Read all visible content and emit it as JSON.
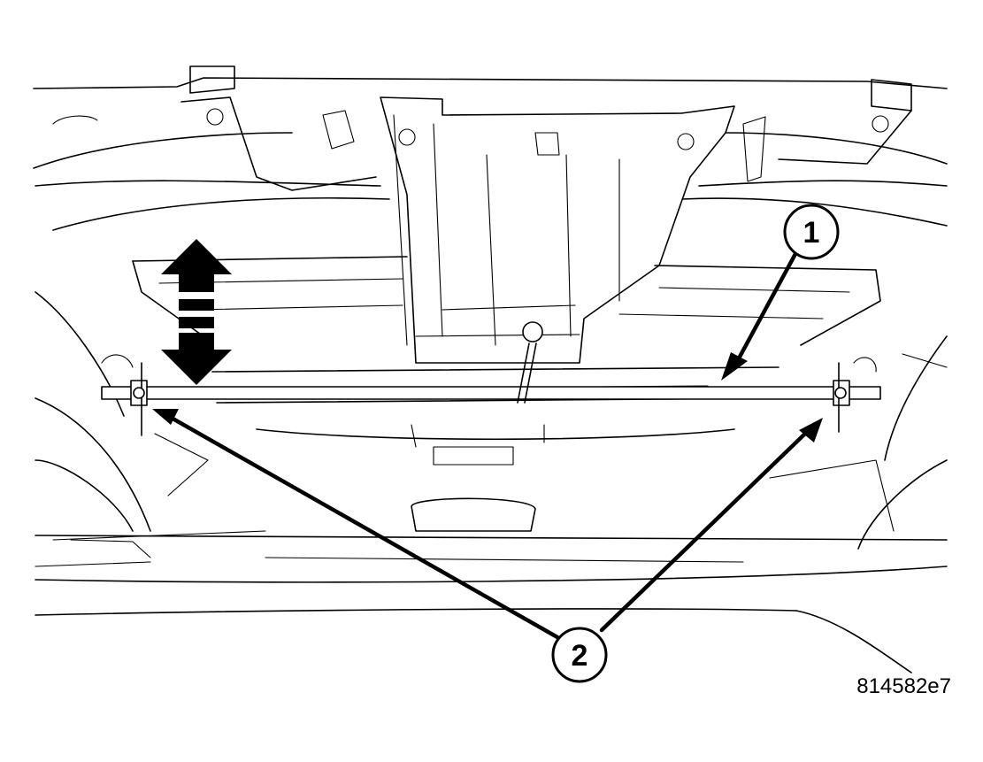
{
  "callouts": {
    "one": "1",
    "two": "2"
  },
  "figure_id": "814582e7",
  "colors": {
    "line": "#000000",
    "background": "#ffffff"
  }
}
